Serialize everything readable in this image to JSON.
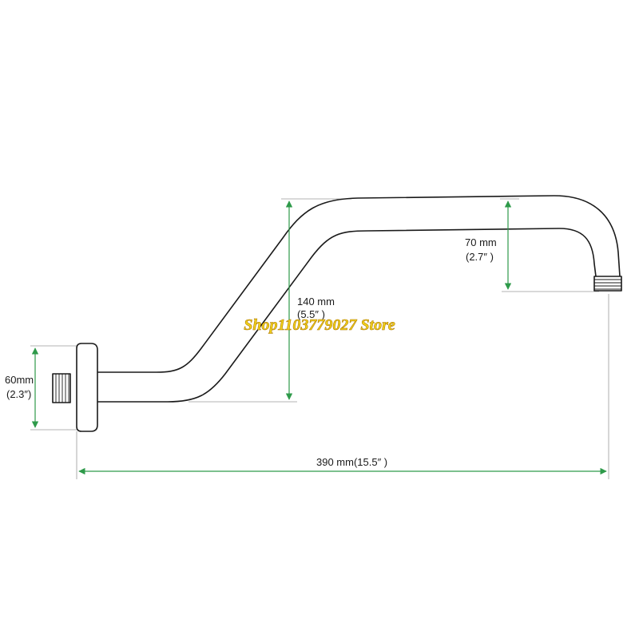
{
  "dimensions": {
    "flange_height": {
      "mm_label": "60mm",
      "inch_label": "(2.3″)"
    },
    "drop_height": {
      "mm_label": "140 mm",
      "inch_label": "(5.5″ )"
    },
    "outlet_height": {
      "mm_label": "70 mm",
      "inch_label": "(2.7″ )"
    },
    "total_length": {
      "label": "390 mm(15.5″ )"
    }
  },
  "watermark": {
    "text": "Shop1103779027 Store"
  },
  "colors": {
    "dimension_arrow": "#2e9a4a",
    "outline": "#1a1a1a",
    "extension_line": "#9a9a9a",
    "watermark_fill": "#f2d21b",
    "watermark_stroke": "#b07a00"
  }
}
